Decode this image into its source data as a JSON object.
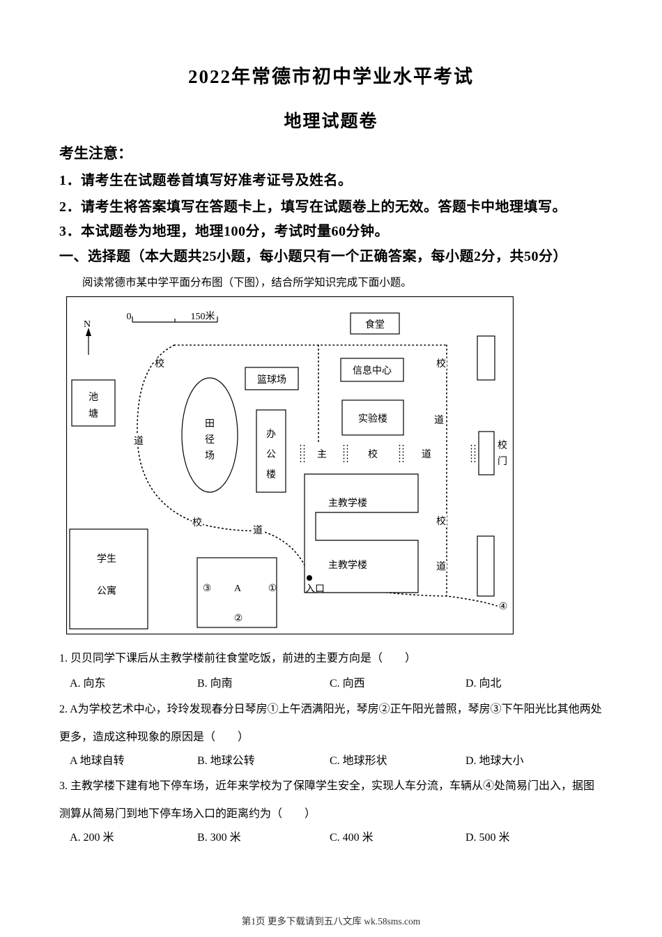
{
  "doc": {
    "title_line1": "2022年常德市初中学业水平考试",
    "title_line2": "地理试题卷",
    "notice_header": "考生注意：",
    "notice_1": "1．请考生在试题卷首填写好准考证号及姓名。",
    "notice_2": "2．请考生将答案填写在答题卡上，填写在试题卷上的无效。答题卡中地理填写。",
    "notice_3": "3．本试题卷为地理，地理100分，考试时量60分钟。",
    "section_heading": "一、选择题（本大题共25小题，每小题只有一个正确答案，每小题2分，共50分）",
    "passage_intro": "阅读常德市某中学平面分布图（下图），结合所学知识完成下面小题。"
  },
  "map": {
    "north_label": "N",
    "scale_start": "0",
    "scale_end": "150米",
    "canteen": "食堂",
    "pond_char1": "池",
    "pond_char2": "塘",
    "basketball": "篮球场",
    "info_center": "信息中心",
    "lab": "实验楼",
    "track_char1": "田",
    "track_char2": "径",
    "track_char3": "场",
    "office_char1": "办",
    "office_char2": "公",
    "office_char3": "楼",
    "main_char1": "主",
    "main_char2": "校",
    "main_char3": "道",
    "gate_char1": "校",
    "gate_char2": "门",
    "teaching": "主教学楼",
    "dorm_line1": "学生",
    "dorm_line2": "公寓",
    "marker1": "①",
    "marker2": "②",
    "marker3": "③",
    "marker4": "④",
    "art_label": "A",
    "entrance": "入口",
    "road_xiao": "校",
    "road_dao": "道"
  },
  "questions": [
    {
      "text": "1. 贝贝同学下课后从主教学楼前往食堂吃饭，前进的主要方向是（　　）",
      "options": [
        "A. 向东",
        "B. 向南",
        "C. 向西",
        "D. 向北"
      ]
    },
    {
      "text": "2. A为学校艺术中心，玲玲发现春分日琴房①上午洒满阳光，琴房②正午阳光普照，琴房③下午阳光比其他两处更多，造成这种现象的原因是（　　）",
      "options": [
        "A  地球自转",
        "B. 地球公转",
        "C. 地球形状",
        "D. 地球大小"
      ]
    },
    {
      "text": "3. 主教学楼下建有地下停车场，近年来学校为了保障学生安全，实现人车分流，车辆从④处简易门出入，据图测算从简易门到地下停车场入口的距离约为（　　）",
      "options": [
        "A. 200 米",
        "B. 300 米",
        "C. 400 米",
        "D. 500 米"
      ]
    }
  ],
  "footer": {
    "text": "第1页  更多下载请到五八文库 wk.58sms.com"
  }
}
